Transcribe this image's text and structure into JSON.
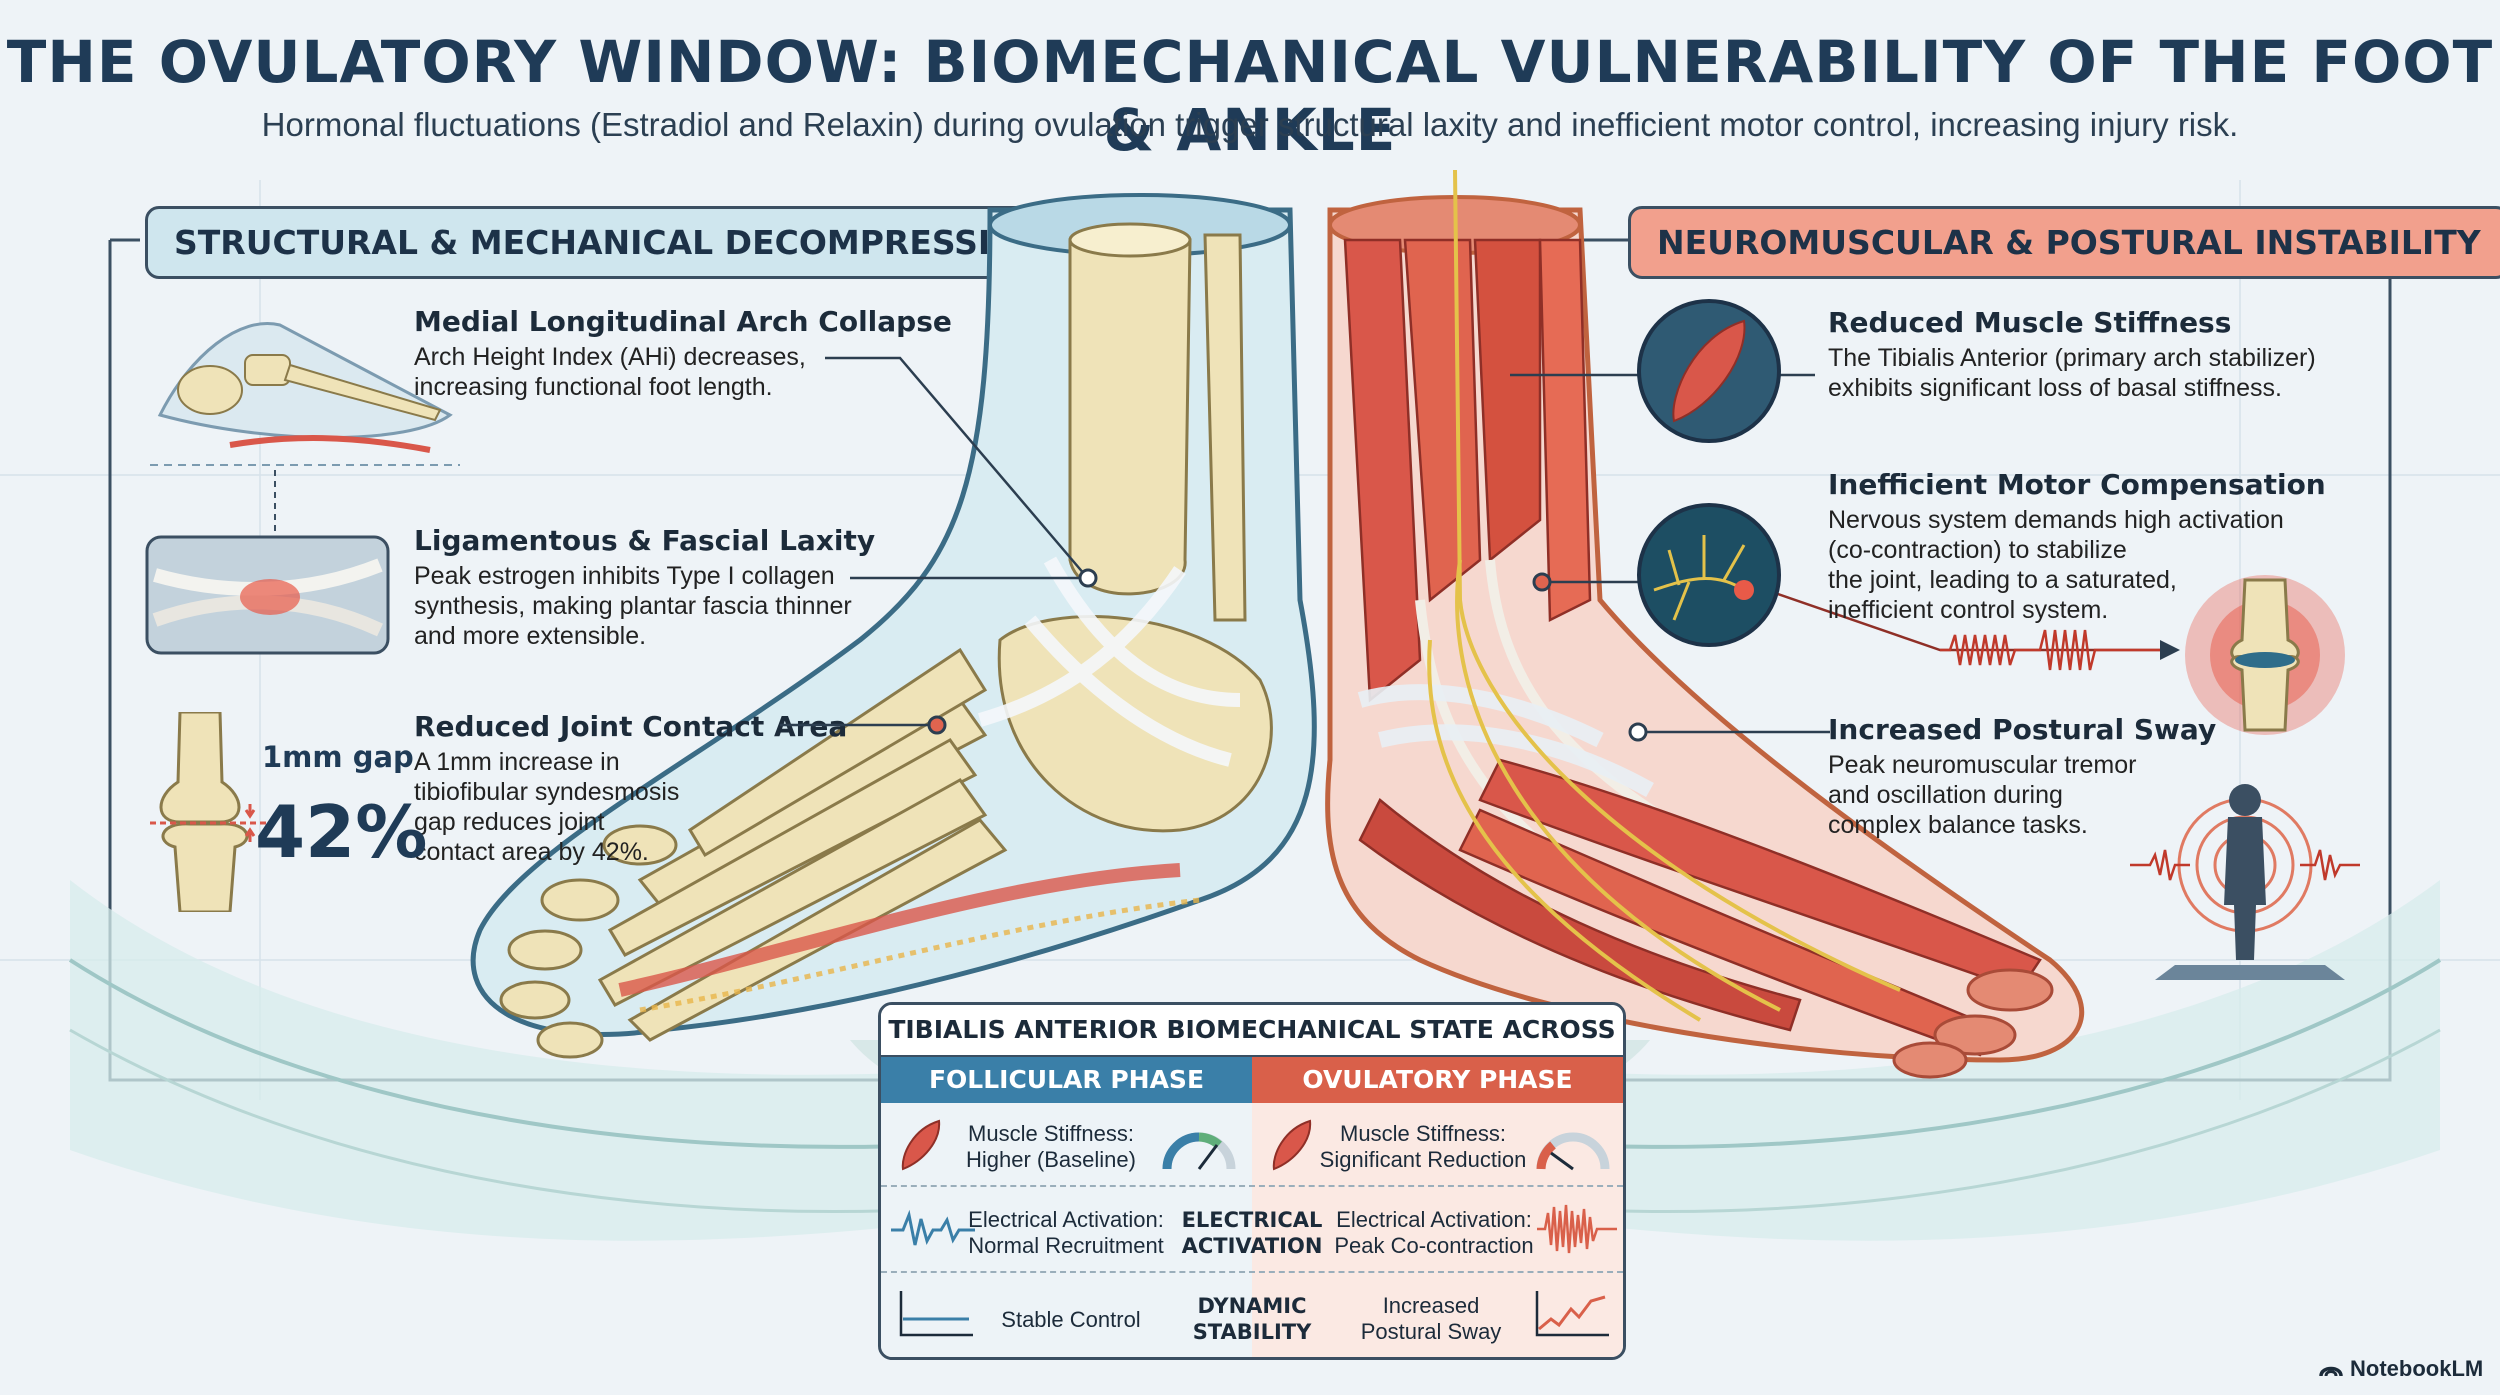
{
  "title": "THE OVULATORY WINDOW: BIOMECHANICAL VULNERABILITY OF THE FOOT & ANKLE",
  "subtitle": "Hormonal fluctuations (Estradiol and Relaxin) during ovulation trigger structural laxity and inefficient motor control, increasing injury risk.",
  "left_panel": {
    "heading": "STRUCTURAL & MECHANICAL DECOMPRESSION",
    "callouts": [
      {
        "title": "Medial Longitudinal Arch Collapse",
        "lines": [
          "Arch Height Index (AHi) decreases,",
          "increasing functional foot length."
        ]
      },
      {
        "title": "Ligamentous & Fascial Laxity",
        "lines": [
          "Peak estrogen inhibits Type I collagen",
          "synthesis, making plantar fascia thinner",
          "and more extensible."
        ]
      },
      {
        "title": "Reduced Joint Contact Area",
        "lines": [
          "A 1mm increase in",
          "tibiofibular syndesmosis",
          "gap reduces joint",
          "contact area by 42%."
        ]
      }
    ],
    "gap_label": "1mm gap",
    "percent_label": "42%"
  },
  "right_panel": {
    "heading": "NEUROMUSCULAR & POSTURAL INSTABILITY",
    "callouts": [
      {
        "title": "Reduced Muscle Stiffness",
        "lines": [
          "The Tibialis Anterior (primary arch stabilizer)",
          "exhibits significant loss of basal stiffness."
        ]
      },
      {
        "title": "Inefficient Motor Compensation",
        "lines": [
          "Nervous system demands high activation",
          "(co-contraction) to stabilize",
          "the joint, leading to a saturated,",
          "inefficient control system."
        ]
      },
      {
        "title": "Increased Postural Sway",
        "lines": [
          "Peak neuromuscular tremor",
          "and oscillation during",
          "complex balance tasks."
        ]
      }
    ]
  },
  "table": {
    "title": "TIBIALIS ANTERIOR BIOMECHANICAL STATE ACROSS PHASES",
    "follicular_header": "FOLLICULAR PHASE",
    "ovulatory_header": "OVULATORY PHASE",
    "rows": [
      {
        "left": [
          "Muscle Stiffness:",
          "Higher (Baseline)"
        ],
        "middle": [],
        "right": [
          "Muscle Stiffness:",
          "Significant Reduction"
        ]
      },
      {
        "left": [
          "Electrical Activation:",
          "Normal Recruitment"
        ],
        "middle": [
          "ELECTRICAL",
          "ACTIVATION"
        ],
        "right": [
          "Electrical Activation:",
          "Peak Co-contraction"
        ]
      },
      {
        "left": [
          "Stable Control"
        ],
        "middle": [
          "DYNAMIC",
          "STABILITY"
        ],
        "right": [
          "Increased",
          "Postural Sway"
        ]
      }
    ]
  },
  "brand": "NotebookLM",
  "colors": {
    "title": "#1f3b57",
    "follicular": "#3a7fa8",
    "ovulatory": "#d9604a",
    "frame": "#3b4f62",
    "bone": "#efe3b8",
    "muscle": "#d9574a",
    "ligament": "#e9f0f5",
    "nerve": "#e4c24a"
  },
  "icons": [
    "arch-foot-icon",
    "fascia-icon",
    "ankle-joint-icon",
    "muscle-circle-icon",
    "nerve-circle-icon",
    "inflamed-joint-icon",
    "body-sway-icon",
    "gauge-icon",
    "waveform-icon",
    "stability-graph-icon",
    "notebooklm-logo-icon"
  ]
}
